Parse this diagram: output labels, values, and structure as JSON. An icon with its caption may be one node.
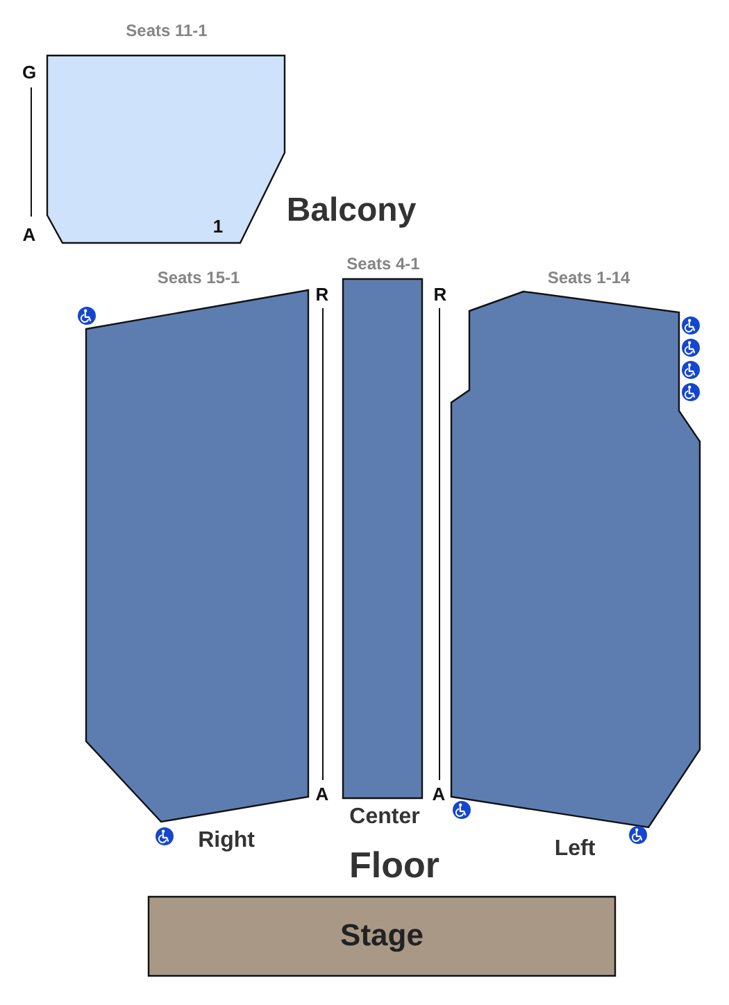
{
  "diagram": {
    "nodes": [
      {
        "text": [
          "Seats 11-1",
          "1"
        ],
        "beside": [
          "G",
          "A"
        ]
      },
      {
        "text": [
          "Seats 15-1"
        ],
        "beside": [
          "Right"
        ]
      },
      {
        "text": [
          "Seats 4-1"
        ],
        "beside": [
          "Center"
        ]
      },
      {
        "text": [
          "Seats 1-14"
        ],
        "beside": [
          "Left"
        ]
      },
      {
        "text": [
          "Stage"
        ]
      }
    ],
    "labels": [
      "Balcony",
      "R",
      "R",
      "A",
      "A",
      "Floor"
    ]
  }
}
